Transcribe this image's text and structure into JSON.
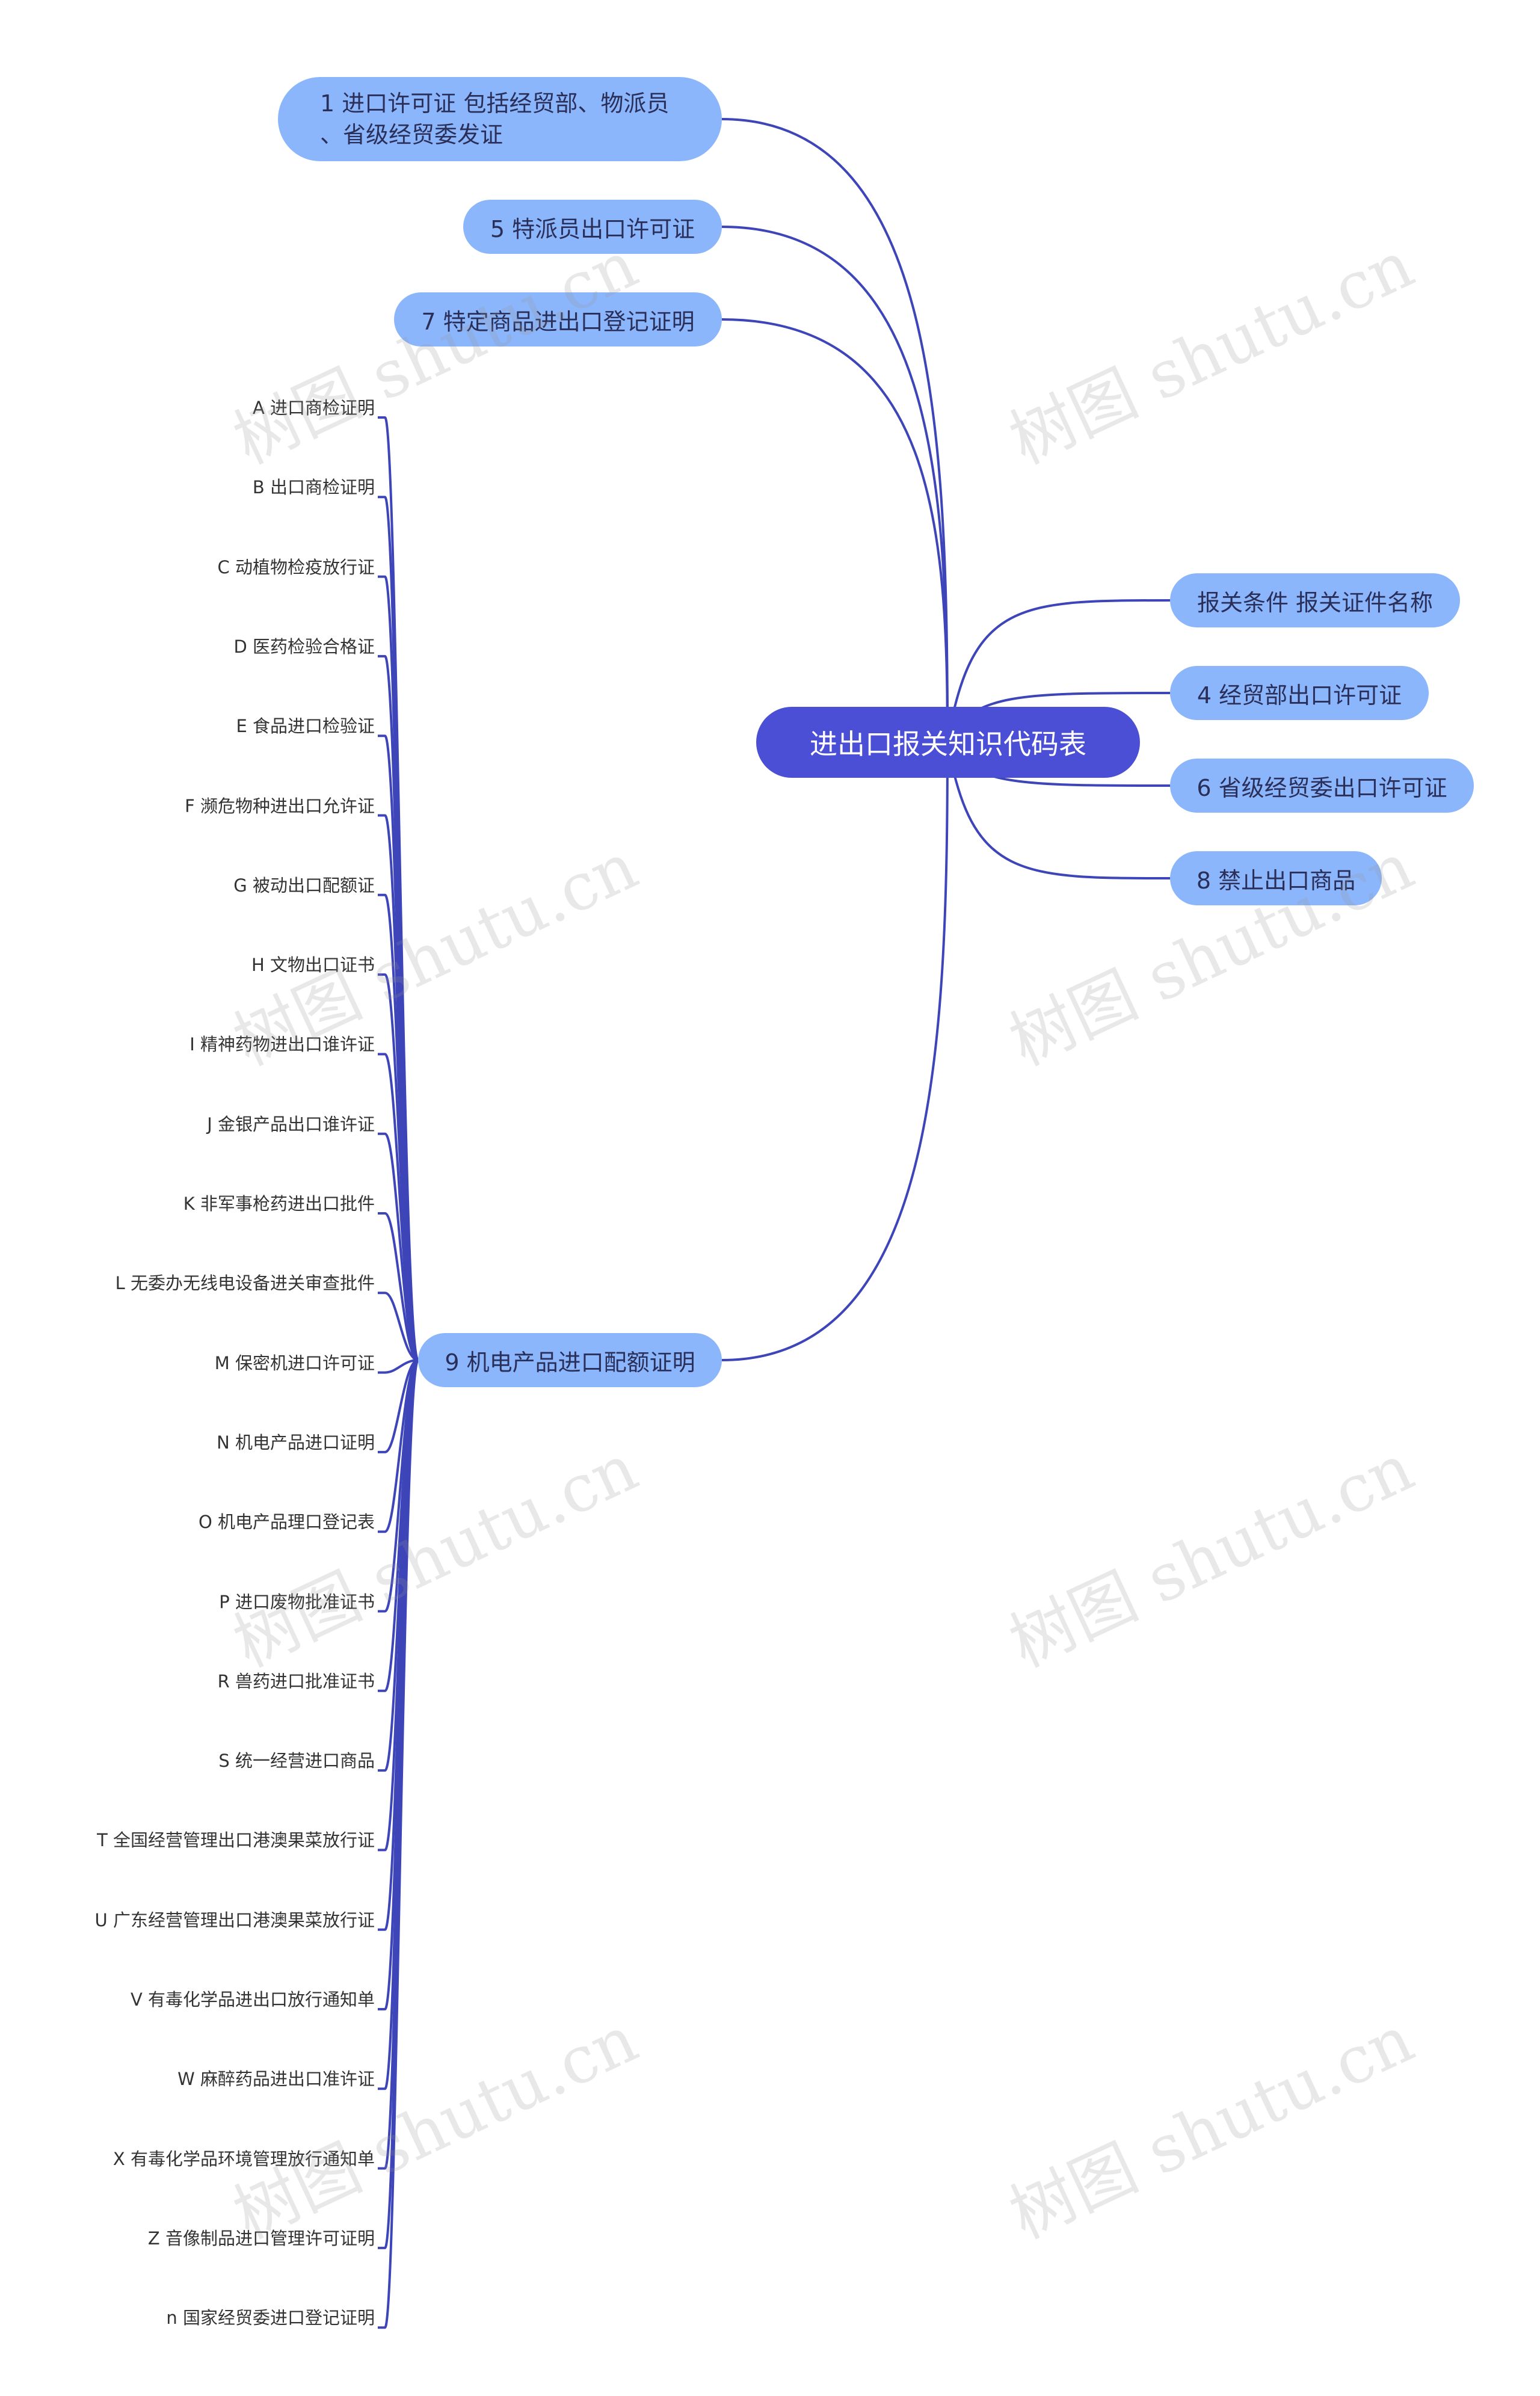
{
  "root": {
    "label": "进出口报关知识代码表"
  },
  "left_branches": {
    "b1": {
      "line1": "1 进口许可证 包括经贸部、物派员",
      "line2": "、省级经贸委发证"
    },
    "b5": {
      "label": "5 特派员出口许可证"
    },
    "b7": {
      "label": "7 特定商品进出口登记证明"
    },
    "b9": {
      "label": "9 机电产品进口配额证明"
    }
  },
  "right_branches": [
    {
      "label": "报关条件 报关证件名称"
    },
    {
      "label": "4 经贸部出口许可证"
    },
    {
      "label": "6 省级经贸委出口许可证"
    },
    {
      "label": "8 禁止出口商品"
    }
  ],
  "leaves": [
    "A 进口商检证明",
    "B 出口商检证明",
    "C 动植物检疫放行证",
    "D 医药检验合格证",
    "E 食品进口检验证",
    "F 濒危物种进出口允许证",
    "G 被动出口配额证",
    "H 文物出口证书",
    "I 精神药物进出口谁许证",
    "J 金银产品出口谁许证",
    "K 非军事枪药进出口批件",
    "L 无委办无线电设备进关审查批件",
    "M 保密机进口许可证",
    "N 机电产品进口证明",
    "O 机电产品理口登记表",
    "P 进口废物批准证书",
    "R 兽药进口批准证书",
    "S 统一经营进口商品",
    "T 全国经营管理出口港澳果菜放行证",
    "U 广东经营管理出口港澳果菜放行证",
    "V 有毒化学品进出口放行通知单",
    "W 麻醉药品进出口准许证",
    "X 有毒化学品环境管理放行通知单",
    "Z 音像制品进口管理许可证明",
    "n 国家经贸委进口登记证明"
  ],
  "watermark": "树图 shutu.cn",
  "colors": {
    "root": "#4a4fd6",
    "branch": "#8cb6fb",
    "link": "#3d45b8"
  }
}
